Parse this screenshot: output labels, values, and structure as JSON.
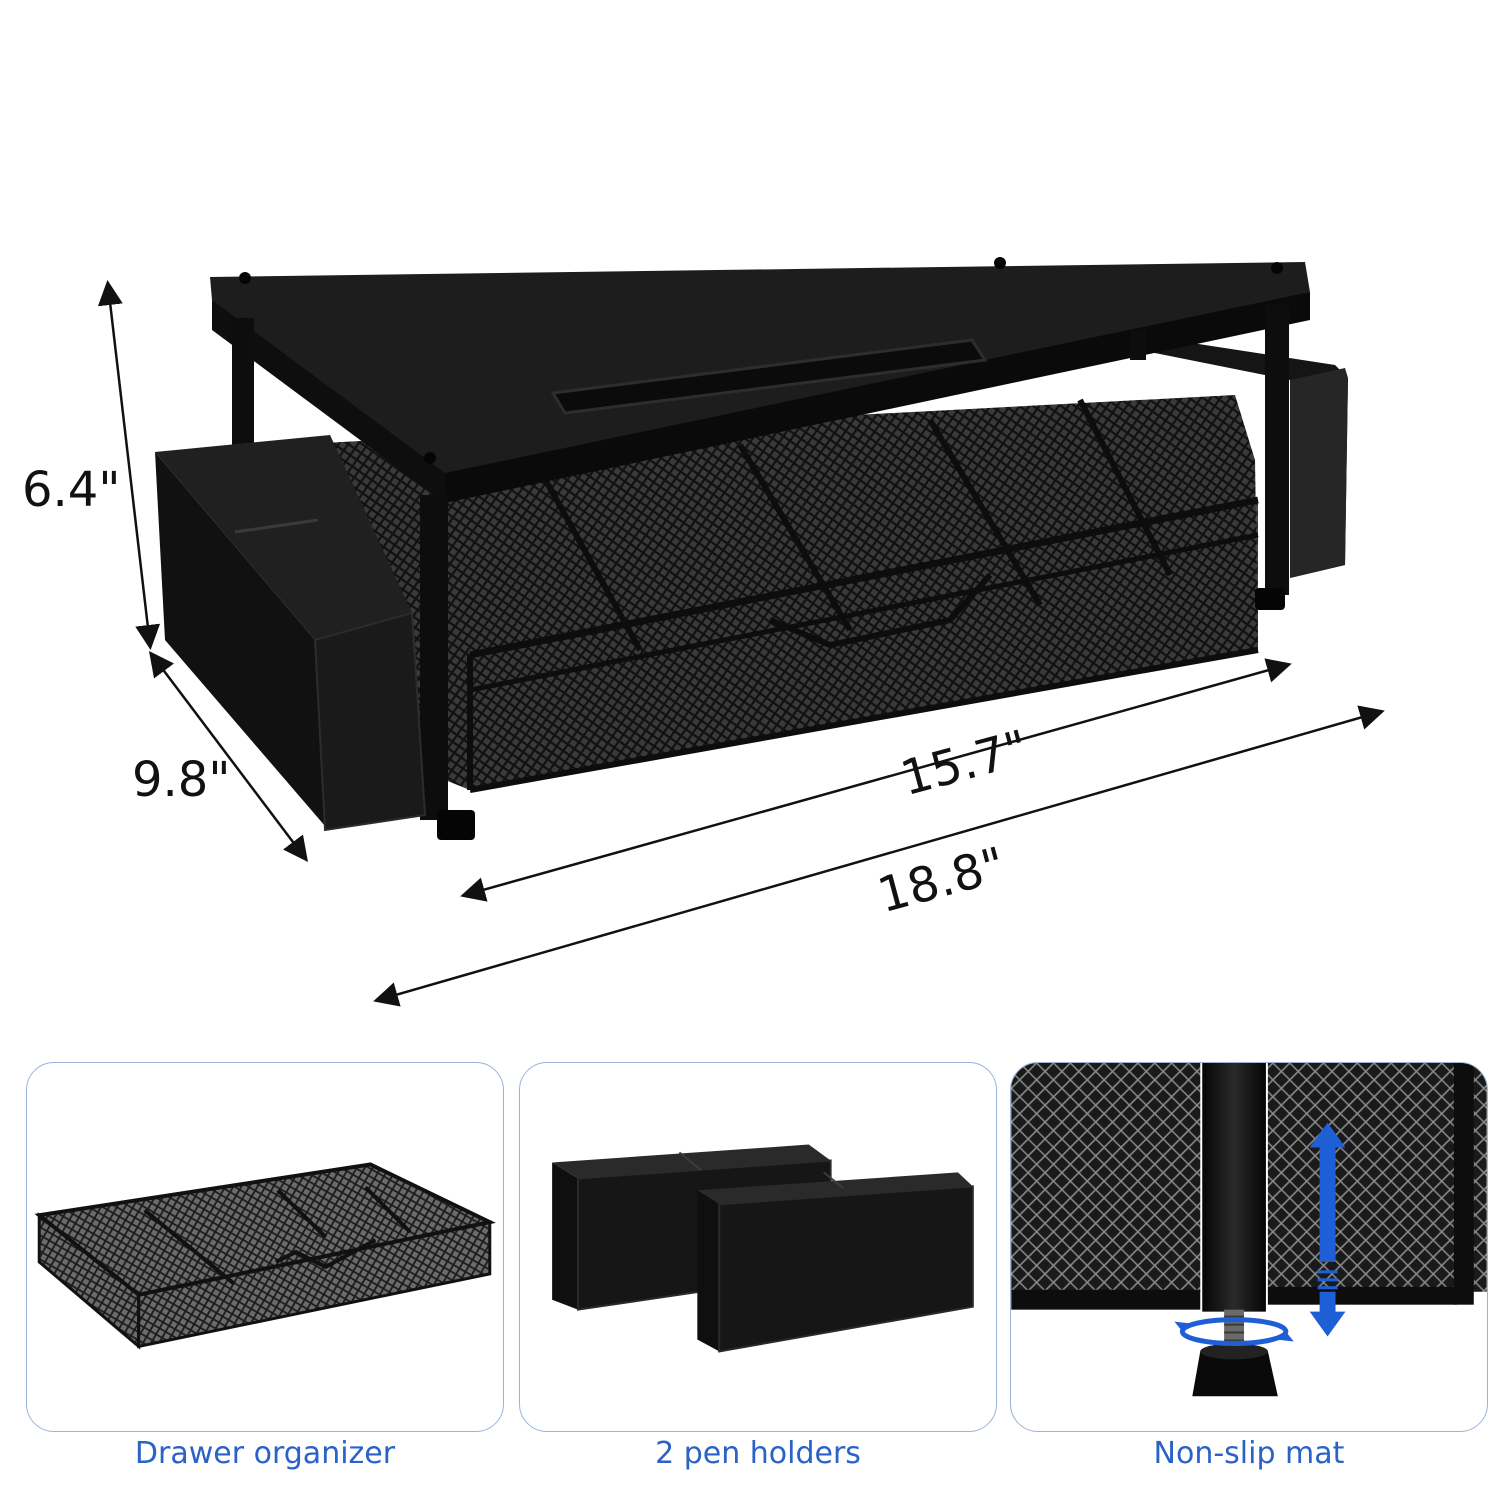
{
  "dimensions": {
    "height": "6.4\"",
    "depth": "9.8\"",
    "inner_width": "15.7\"",
    "outer_width": "18.8\""
  },
  "features": [
    {
      "caption": "Drawer organizer",
      "icon": "mesh-tray-icon"
    },
    {
      "caption": "2 pen holders",
      "icon": "pen-holder-icon"
    },
    {
      "caption": "Non-slip mat",
      "icon": "adjustable-foot-icon"
    }
  ],
  "colors": {
    "caption": "#2a62c9",
    "panel_border": "#9bb3dc",
    "arrow_blue": "#1f5fd6",
    "product": "#151515"
  }
}
